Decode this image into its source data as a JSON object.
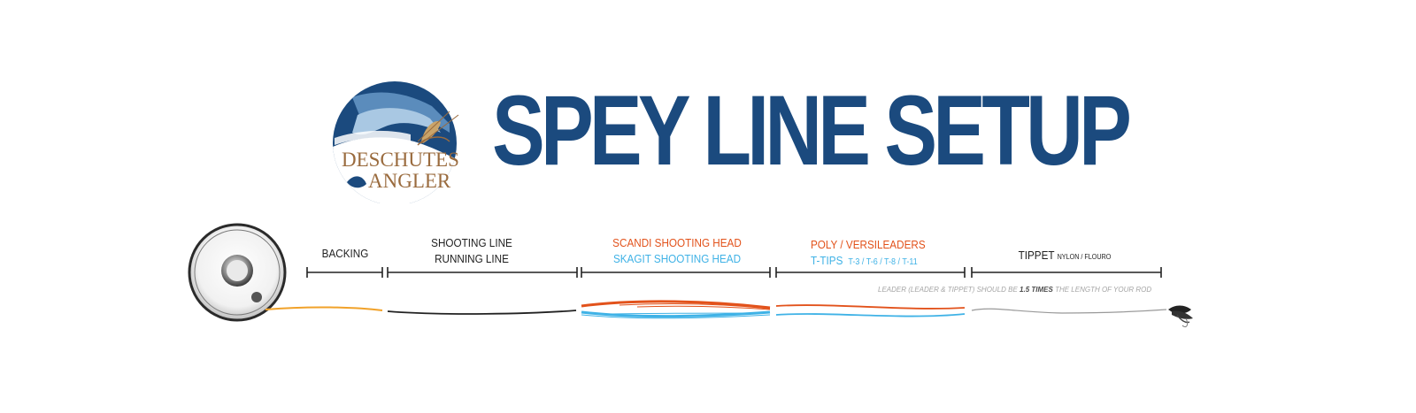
{
  "title": "SPEY LINE SETUP",
  "logo": {
    "line1": "DESCHUTES",
    "line2": "ANGLER"
  },
  "colors": {
    "navy": "#1b4a7e",
    "orange": "#e2521b",
    "blue": "#3fb2e6",
    "dark": "#222222",
    "backing": "#f1a22a",
    "tippet": "#999999",
    "logo_tan": "#9a6b3e",
    "note": "#a5a5a5"
  },
  "segments": {
    "backing": {
      "label": "BACKING"
    },
    "shooting": {
      "line1": "SHOOTING LINE",
      "line2": "RUNNING LINE"
    },
    "head": {
      "scandi": "SCANDI SHOOTING HEAD",
      "skagit": "SKAGIT SHOOTING HEAD"
    },
    "tips": {
      "poly": "POLY / VERSILEADERS",
      "ttips": "T-TIPS",
      "sizes": "T-3 /  T-6  /  T-8 /  T-11"
    },
    "tippet": {
      "label": "TIPPET",
      "sub": "NYLON / FLOURO"
    }
  },
  "note": {
    "pre": "LEADER (LEADER & TIPPET) SHOULD  BE ",
    "bold": "1.5 TIMES",
    "post": " THE LENGTH OF YOUR ROD"
  },
  "icons": {
    "reel": "fly-reel-icon",
    "fly": "fly-icon",
    "logo": "deschutes-angler-logo"
  }
}
